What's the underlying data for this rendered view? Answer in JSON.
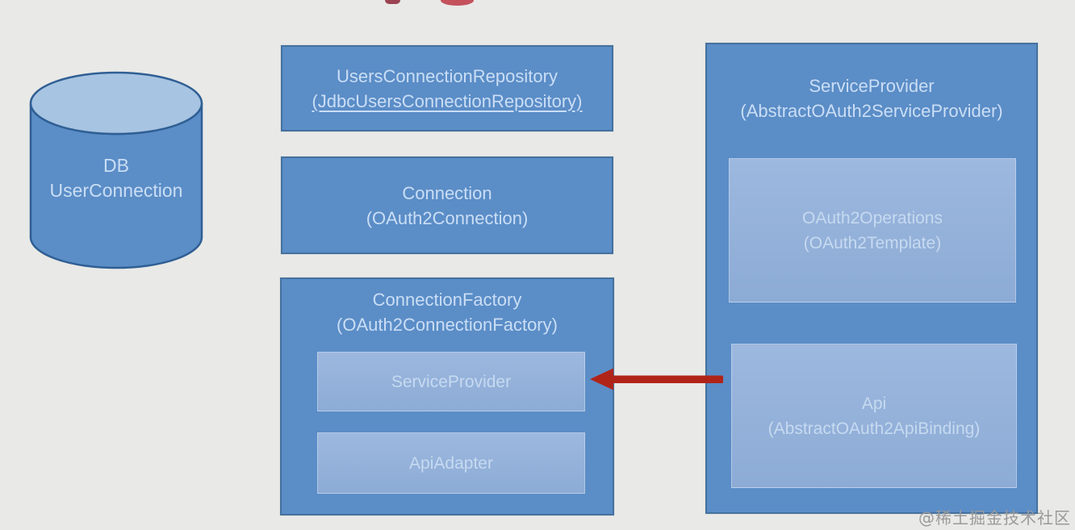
{
  "page": {
    "watermark": "@稀土掘金技术社区",
    "background": "#e9e9e7"
  },
  "colors": {
    "box_fill": "#5b8dc7",
    "box_border": "#44719f",
    "box_text": "#cadef5",
    "inner_fill_top": "#9db8df",
    "inner_fill_bottom": "#8cabd5",
    "inner_text": "#c6daf0",
    "cylinder_fill": "#5b8dc7",
    "cylinder_top_fill": "#a7c4e2",
    "cylinder_border": "#2f5f94",
    "arrow_red": "#b02418",
    "watermark_gray": "#9a9a9a",
    "title_red_dark": "#9c4352",
    "title_red_light": "#c4515c",
    "page_bg": "#e9e9e7"
  },
  "diagram": {
    "database": {
      "line1": "DB",
      "line2": "UserConnection"
    },
    "repository_box": {
      "line1": "UsersConnectionRepository",
      "line2": "(JdbcUsersConnectionRepository)"
    },
    "connection_box": {
      "line1": "Connection",
      "line2": "(OAuth2Connection)"
    },
    "factory_box": {
      "line1": "ConnectionFactory",
      "line2": "(OAuth2ConnectionFactory)",
      "service_provider_label": "ServiceProvider",
      "api_adapter_label": "ApiAdapter"
    },
    "provider_panel": {
      "line1": "ServiceProvider",
      "line2": "(AbstractOAuth2ServiceProvider)",
      "operations_box": {
        "line1": "OAuth2Operations",
        "line2": "(OAuth2Template)"
      },
      "api_box": {
        "line1": "Api",
        "line2": "(AbstractOAuth2ApiBinding)"
      }
    }
  }
}
